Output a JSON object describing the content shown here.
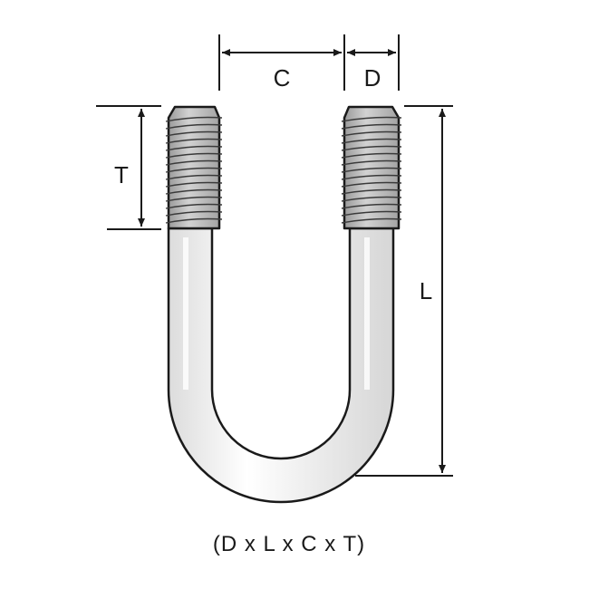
{
  "labels": {
    "c": "C",
    "d": "D",
    "t": "T",
    "l": "L"
  },
  "formula": "(D x L x C x T)",
  "colors": {
    "outline": "#1a1a1a",
    "thread_fill": "#b9b9b9",
    "shaft_fill": "#eeeeee"
  }
}
